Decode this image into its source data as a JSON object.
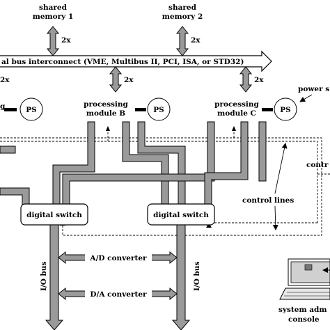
{
  "title": "",
  "memory": {
    "m1": [
      "shared",
      "memory 1"
    ],
    "m2": [
      "shared",
      "memory 2"
    ],
    "mult": "2x"
  },
  "system_bus": {
    "label": "al bus interconnect (VME, Multibus II, PCI, ISA, or STD32)",
    "left_mult": "2x",
    "mult_b": "2x",
    "mult_c": "2x"
  },
  "modules": {
    "partial_glyph": "g",
    "b": [
      "processing",
      "module B"
    ],
    "c": [
      "processing",
      "module C"
    ],
    "ps": "PS",
    "power_label": "power s"
  },
  "switches": {
    "left": "digital switch",
    "right": "digital switch"
  },
  "io": {
    "bus_left": "I/O bus",
    "bus_right": "I/O bus",
    "adc": "A/D converter",
    "dac": "D/A converter"
  },
  "control": {
    "lines": "control lines",
    "right_partial": "contr"
  },
  "console": {
    "label": [
      "system adm",
      "console"
    ]
  },
  "colors": {
    "bus_fill": "#9a9a9a",
    "stroke": "#000000",
    "background": "#ffffff"
  }
}
